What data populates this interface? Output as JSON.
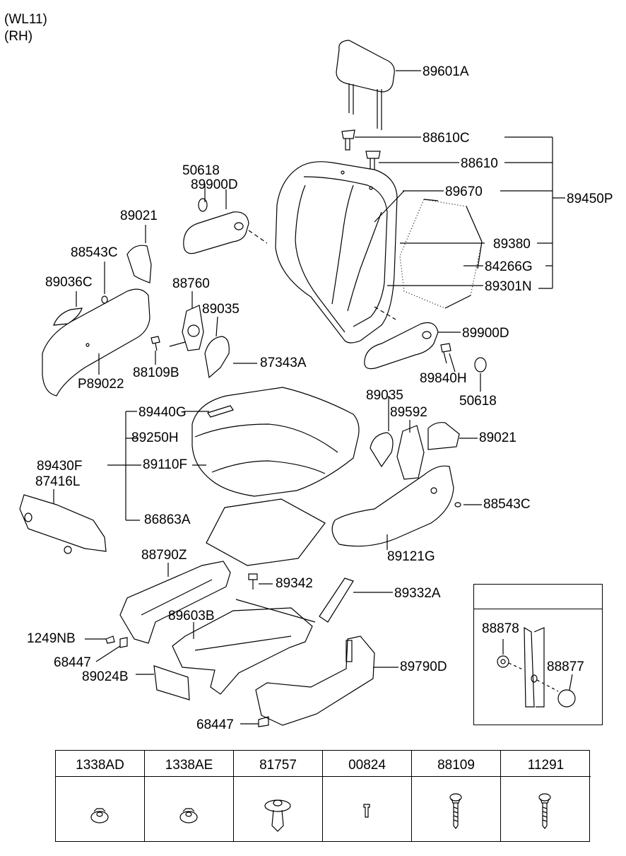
{
  "header": {
    "model": "(WL11)",
    "side": "(RH)"
  },
  "parts": {
    "p89601A": "89601A",
    "p88610C": "88610C",
    "p88610": "88610",
    "p50618_top": "50618",
    "p89900D_top": "89900D",
    "p89670": "89670",
    "p89450P": "89450P",
    "p89021_top": "89021",
    "p88543C_top": "88543C",
    "p89380": "89380",
    "p84266G": "84266G",
    "p89301N": "89301N",
    "p89036C": "89036C",
    "p88760": "88760",
    "p89035_top": "89035",
    "p89900D_bot": "89900D",
    "p87343A": "87343A",
    "p89840H": "89840H",
    "p88109B": "88109B",
    "pP89022": "P89022",
    "p50618_bot": "50618",
    "p89440G": "89440G",
    "p89035_mid": "89035",
    "p89592": "89592",
    "p89250H": "89250H",
    "p89021_bot": "89021",
    "p89430F": "89430F",
    "p89110F": "89110F",
    "p87416L": "87416L",
    "p88543C_bot": "88543C",
    "p86863A": "86863A",
    "p89121G": "89121G",
    "p88790Z": "88790Z",
    "p89342": "89342",
    "p89332A": "89332A",
    "p89603B": "89603B",
    "p1249NB": "1249NB",
    "p68447_top": "68447",
    "p89024B": "89024B",
    "p89790D": "89790D",
    "p68447_bot": "68447",
    "p88878": "88878",
    "p88877": "88877"
  },
  "fasteners": [
    {
      "code": "1338AD",
      "icon": "flange-nut-icon"
    },
    {
      "code": "1338AE",
      "icon": "flange-nut-icon"
    },
    {
      "code": "81757",
      "icon": "push-clip-icon"
    },
    {
      "code": "00824",
      "icon": "pin-icon"
    },
    {
      "code": "88109",
      "icon": "bolt-icon"
    },
    {
      "code": "11291",
      "icon": "bolt-icon"
    }
  ]
}
